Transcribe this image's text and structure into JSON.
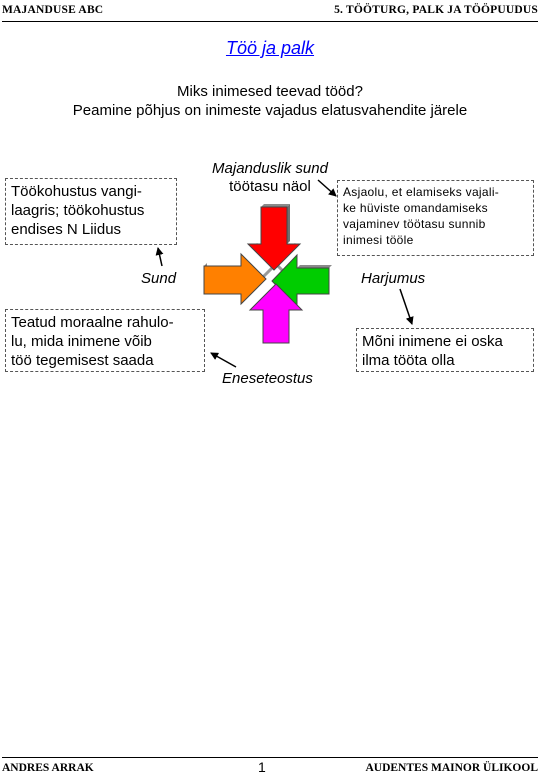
{
  "header": {
    "left": "MAJANDUSE ABC",
    "right": "5. TÖÖTURG, PALK JA TÖÖPUUDUS"
  },
  "title": "Töö ja palk",
  "intro": {
    "line1": "Miks inimesed teevad tööd?",
    "line2": "Peamine põhjus on inimeste vajadus elatusvahendite järele"
  },
  "diagram": {
    "top_label": {
      "line1": "Majanduslik sund",
      "line2": "töötasu näol"
    },
    "left_label": "Sund",
    "right_label": "Harjumus",
    "bottom_label": "Eneseteostus",
    "arrow_colors": {
      "top": "#ff0000",
      "left": "#ff8000",
      "right": "#00cc00",
      "bottom": "#ff00ff"
    }
  },
  "boxes": {
    "top_left": {
      "line1": "Töökohustus vangi-",
      "line2": "laagris; töökohustus",
      "line3": "endises N Liidus"
    },
    "top_right": {
      "line1": "Asjaolu, et elamiseks vajali-",
      "line2": "ke hüviste omandamiseks",
      "line3": "vajaminev töötasu sunnib",
      "line4": "inimesi tööle"
    },
    "mid_left": {
      "line1": "Teatud moraalne rahulo-",
      "line2": "lu, mida inimene võib",
      "line3": "töö tegemisest saada"
    },
    "mid_right": {
      "line1": "Mõni inimene ei oska",
      "line2": "ilma tööta olla"
    }
  },
  "footer": {
    "left": "ANDRES ARRAK",
    "page": "1",
    "right": "AUDENTES MAINOR ÜLIKOOL"
  }
}
